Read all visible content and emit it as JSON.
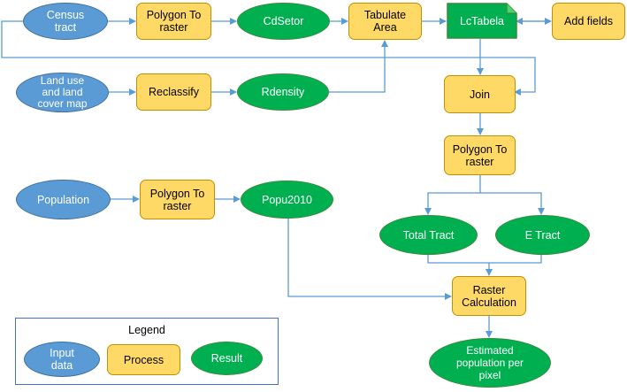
{
  "colors": {
    "input_fill": "#5b9bd5",
    "process_fill": "#ffd966",
    "result_fill": "#00b050",
    "connector": "#5b9bd5"
  },
  "nodes": {
    "census_tract": "Census\ntract",
    "polygon_to_raster_1": "Polygon To\nraster",
    "cdsetor": "CdSetor",
    "tabulate_area": "Tabulate\nArea",
    "lctabela": "LcTabela",
    "add_fields": "Add fields",
    "land_use_map": "Land use\nand land\ncover map",
    "reclassify": "Reclassify",
    "rdensity": "Rdensity",
    "join": "Join",
    "polygon_to_raster_2": "Polygon To\nraster",
    "population": "Population",
    "polygon_to_raster_3": "Polygon To\nraster",
    "popu2010": "Popu2010",
    "total_tract": "Total Tract",
    "e_tract": "E Tract",
    "raster_calculation": "Raster\nCalculation",
    "estimated_population": "Estimated\npopulation per\npixel"
  },
  "legend": {
    "title": "Legend",
    "input": "Input\ndata",
    "process": "Process",
    "result": "Result"
  }
}
